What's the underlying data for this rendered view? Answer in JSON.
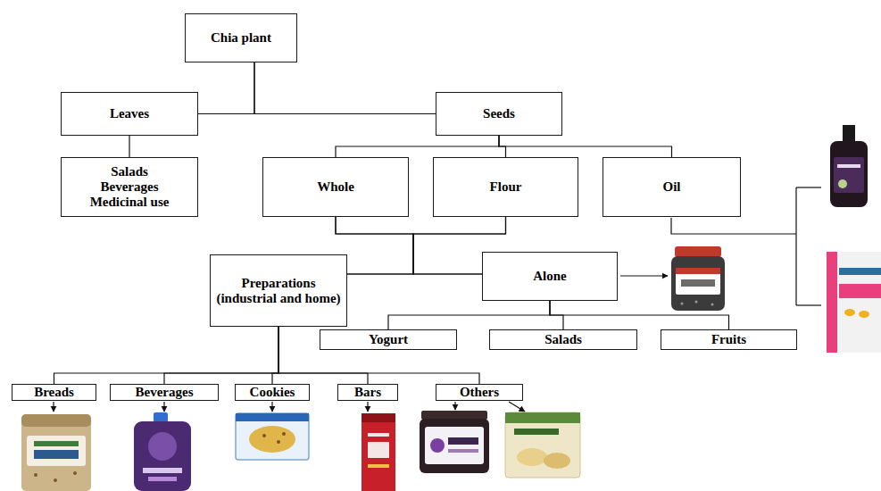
{
  "diagram": {
    "nodes": [
      {
        "text": [
          "Chia plant"
        ]
      },
      {
        "text": [
          "Leaves"
        ]
      },
      {
        "text": [
          "Seeds"
        ]
      },
      {
        "text": [
          "Salads",
          "Beverages",
          "Medicinal use"
        ]
      },
      {
        "text": [
          "Whole"
        ]
      },
      {
        "text": [
          "Flour"
        ]
      },
      {
        "text": [
          "Oil"
        ]
      },
      {
        "text": [
          "Preparations (industrial and home)"
        ]
      },
      {
        "text": [
          "Alone"
        ]
      },
      {
        "text": [
          "Yogurt"
        ]
      },
      {
        "text": [
          "Salads"
        ]
      },
      {
        "text": [
          "Fruits"
        ]
      },
      {
        "text": [
          "Breads"
        ]
      },
      {
        "text": [
          "Beverages"
        ]
      },
      {
        "text": [
          "Cookies"
        ]
      },
      {
        "text": [
          "Bars"
        ]
      },
      {
        "text": [
          "Others"
        ]
      }
    ],
    "edges": [
      {
        "from": 0,
        "to": 1,
        "arrow": "none"
      },
      {
        "from": 0,
        "to": 2,
        "arrow": "none"
      },
      {
        "from": 1,
        "to": 3,
        "arrow": "none"
      },
      {
        "from": 2,
        "to": 4,
        "arrow": "none"
      },
      {
        "from": 2,
        "to": 5,
        "arrow": "none"
      },
      {
        "from": 2,
        "to": 6,
        "arrow": "none"
      },
      {
        "from": 4,
        "to": 7,
        "arrow": "none"
      },
      {
        "from": 4,
        "to": 8,
        "arrow": "none"
      },
      {
        "from": 5,
        "to": 7,
        "arrow": "none"
      },
      {
        "from": 5,
        "to": 8,
        "arrow": "none"
      },
      {
        "from": 8,
        "to": 9,
        "arrow": "none"
      },
      {
        "from": 8,
        "to": 10,
        "arrow": "none"
      },
      {
        "from": 8,
        "to": 11,
        "arrow": "none"
      },
      {
        "from": 7,
        "to": 12,
        "arrow": "none"
      },
      {
        "from": 7,
        "to": 13,
        "arrow": "none"
      },
      {
        "from": 7,
        "to": 14,
        "arrow": "none"
      },
      {
        "from": 7,
        "to": 15,
        "arrow": "none"
      },
      {
        "from": 7,
        "to": 16,
        "arrow": "none"
      }
    ]
  }
}
